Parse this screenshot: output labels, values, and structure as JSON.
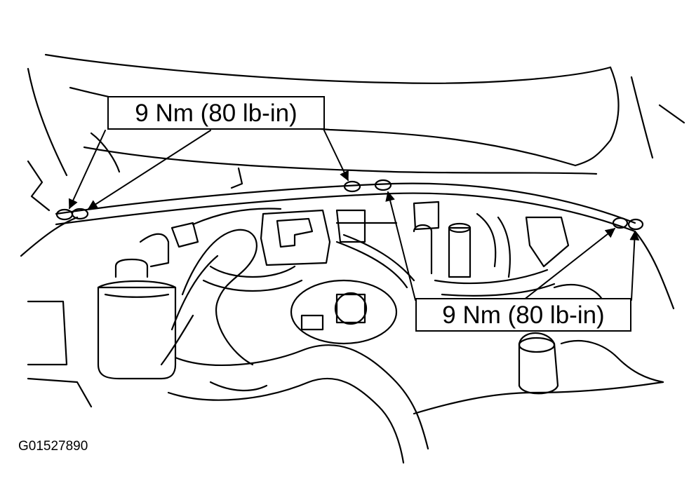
{
  "callouts": [
    {
      "label": "9 Nm (80 lb-in)"
    },
    {
      "label": "9 Nm (80 lb-in)"
    }
  ],
  "figure_code": "G01527890"
}
